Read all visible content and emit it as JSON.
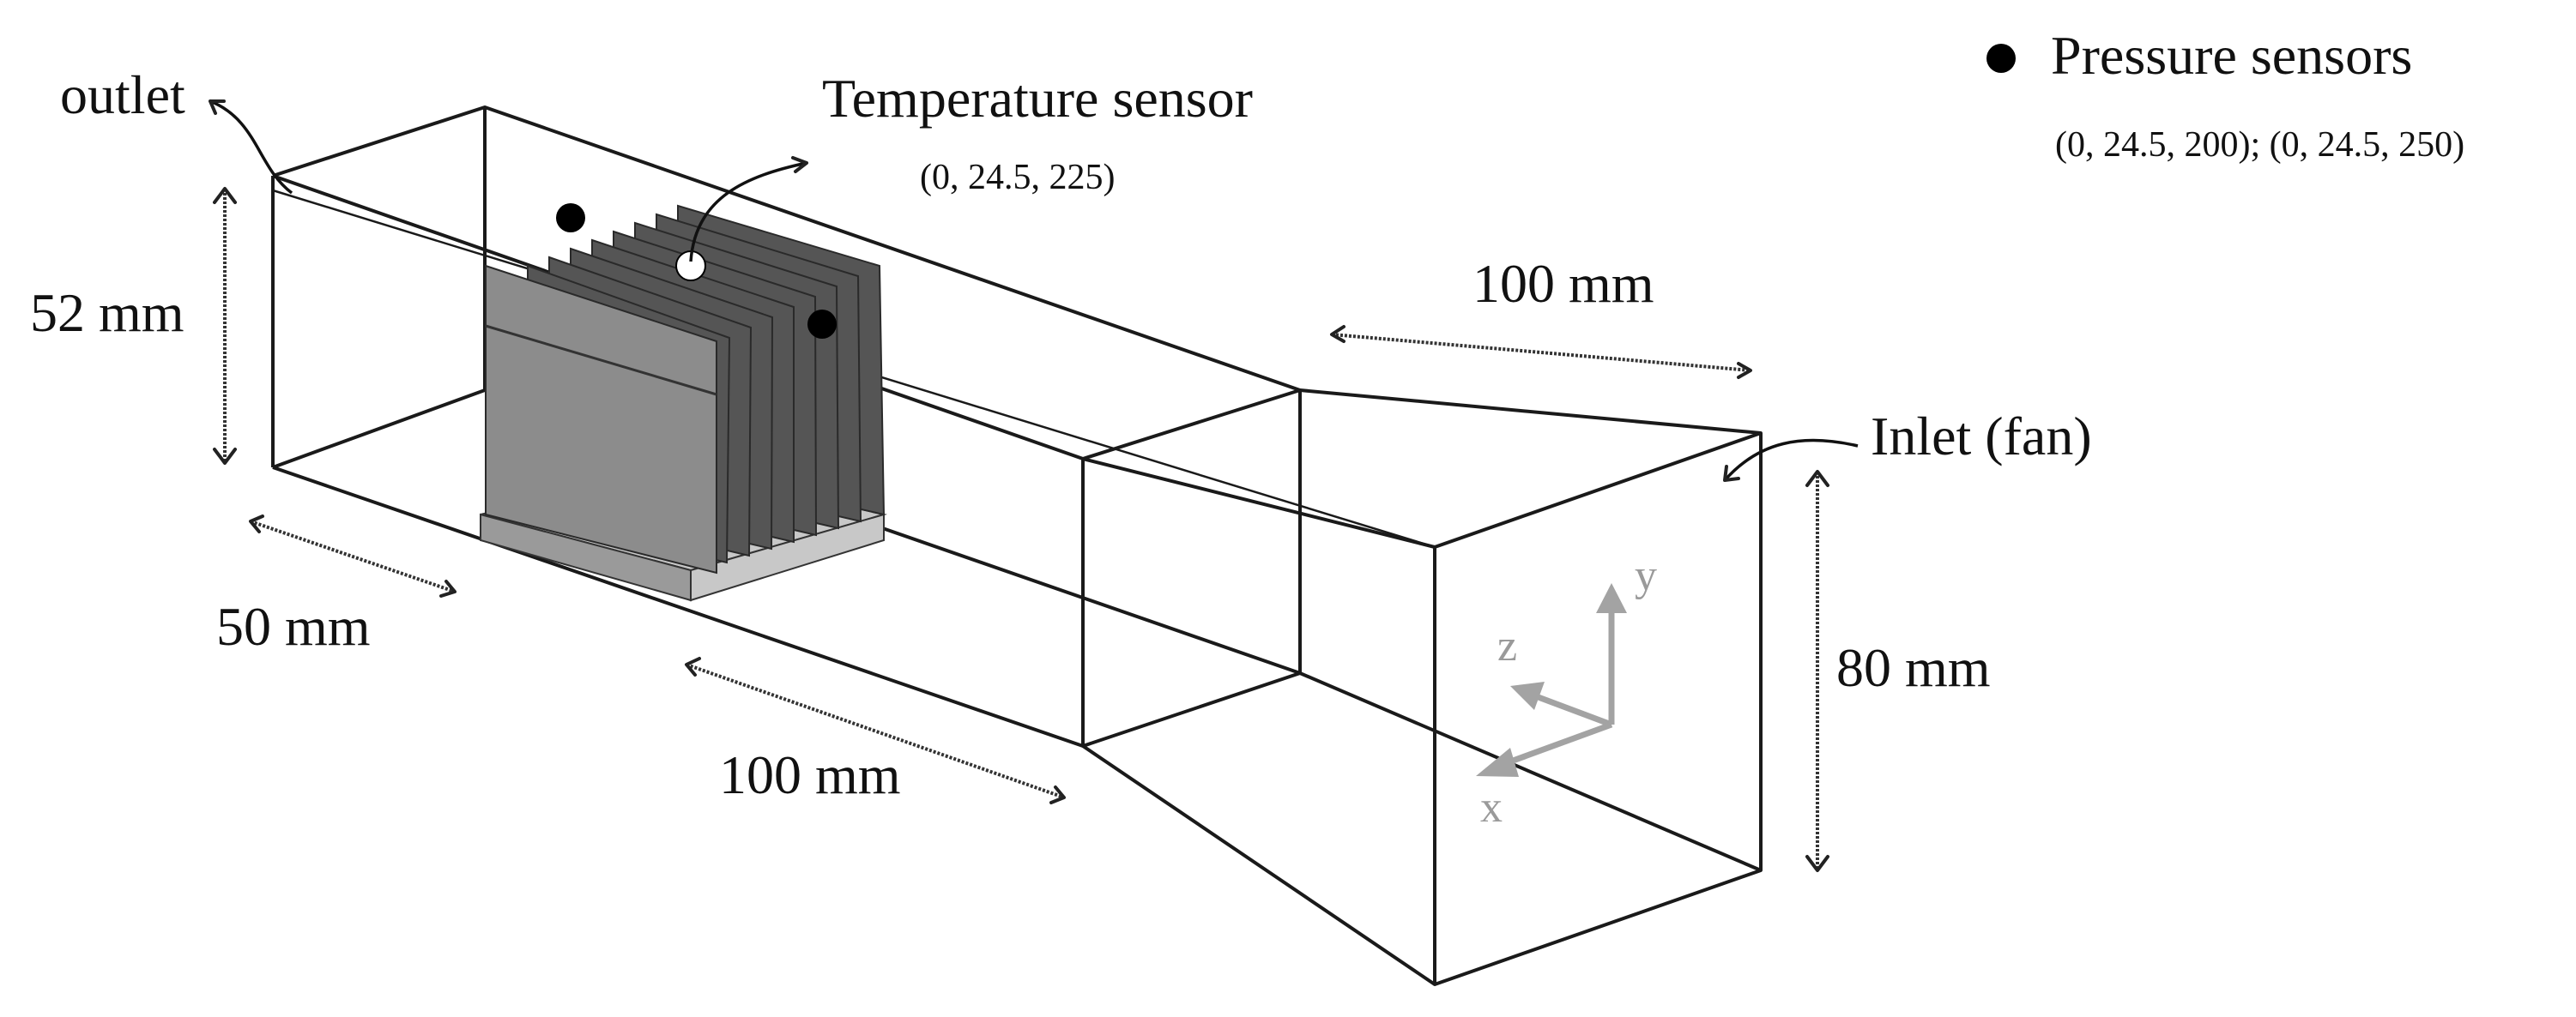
{
  "labels": {
    "outlet": "outlet",
    "temperature_sensor": "Temperature sensor",
    "temperature_coords": "(0, 24.5, 225)",
    "pressure_sensors": "Pressure sensors",
    "pressure_coords": "(0, 24.5, 200); (0, 24.5, 250)",
    "inlet": "Inlet (fan)",
    "dim_52": "52 mm",
    "dim_50": "50 mm",
    "dim_100_bottom": "100 mm",
    "dim_100_top": "100 mm",
    "dim_80": "80 mm"
  },
  "axes": {
    "x": "x",
    "y": "y",
    "z": "z"
  },
  "colors": {
    "pressure_sensor": "#000000",
    "temperature_sensor": "#ffffff",
    "axis_triad": "#a3a3a3",
    "heat_sink": "#8c8c8c"
  },
  "icons": {
    "pressure_marker": "filled-circle",
    "temperature_marker": "hollow-circle"
  }
}
